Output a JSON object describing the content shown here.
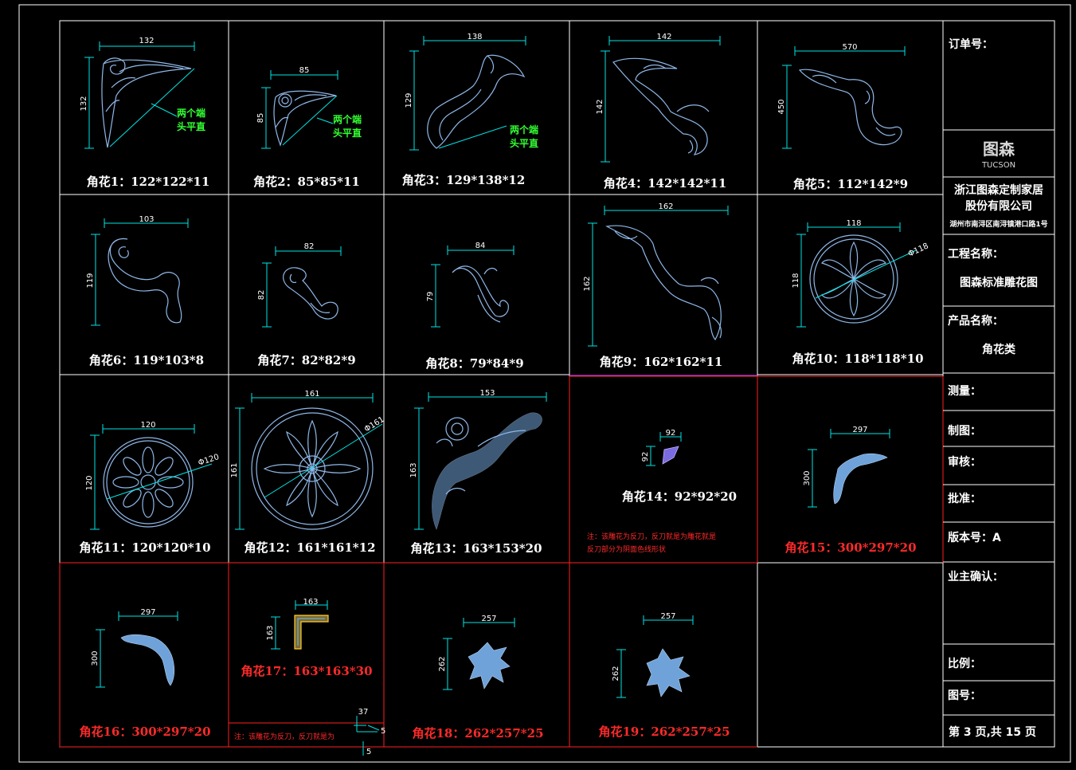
{
  "colors": {
    "background": "#000000",
    "grid": "#ffffff",
    "grid_red": "#ff2020",
    "dimension": "#00e5e5",
    "carving": "#8fb8e8",
    "note_green": "#33ff33",
    "label_red": "#ff2a2a"
  },
  "panels": [
    {
      "id": "p1",
      "label": "角花1：122*122*11",
      "dim_top": "132",
      "dim_side": "132",
      "note": [
        "两个端",
        "头平直"
      ]
    },
    {
      "id": "p2",
      "label": "角花2：85*85*11",
      "dim_top": "85",
      "dim_side": "85",
      "note": [
        "两个端",
        "头平直"
      ]
    },
    {
      "id": "p3",
      "label": "角花3：129*138*12",
      "dim_top": "138",
      "dim_side": "129",
      "note": [
        "两个端",
        "头平直"
      ]
    },
    {
      "id": "p4",
      "label": "角花4：142*142*11",
      "dim_top": "142",
      "dim_side": "142"
    },
    {
      "id": "p5",
      "label": "角花5：112*142*9",
      "dim_top": "570",
      "dim_side": "450"
    },
    {
      "id": "p6",
      "label": "角花6：119*103*8",
      "dim_top": "103",
      "dim_side": "119"
    },
    {
      "id": "p7",
      "label": "角花7：82*82*9",
      "dim_top": "82",
      "dim_side": "82"
    },
    {
      "id": "p8",
      "label": "角花8：79*84*9",
      "dim_top": "84",
      "dim_side": "79"
    },
    {
      "id": "p9",
      "label": "角花9：162*162*11",
      "dim_top": "162",
      "dim_side": "162"
    },
    {
      "id": "p10",
      "label": "角花10：118*118*10",
      "dim_top": "118",
      "dim_side": "118",
      "diameter": "Φ118"
    },
    {
      "id": "p11",
      "label": "角花11：120*120*10",
      "dim_top": "120",
      "dim_side": "120",
      "diameter": "Φ120"
    },
    {
      "id": "p12",
      "label": "角花12：161*161*12",
      "dim_top": "161",
      "dim_side": "161",
      "diameter": "Φ161"
    },
    {
      "id": "p13",
      "label": "角花13：163*153*20",
      "dim_top": "153",
      "dim_side": "163"
    },
    {
      "id": "p14",
      "label": "角花14：92*92*20",
      "dim_top": "92",
      "dim_side": "92",
      "note_red": [
        "注：该雕花为反刀，反刀就是为雕花就是",
        "反刀部分为阴面色线形状"
      ]
    },
    {
      "id": "p15",
      "label": "角花15：300*297*20",
      "dim_top": "297",
      "dim_side": "300"
    },
    {
      "id": "p16",
      "label": "角花16：300*297*20",
      "dim_top": "297",
      "dim_side": "300"
    },
    {
      "id": "p17",
      "label": "角花17：163*163*30",
      "dim_top": "163",
      "dim_side": "163",
      "note_red": [
        "注：该雕花为反刀，反刀就是为"
      ],
      "extra_dims": [
        "37",
        "5",
        "5"
      ]
    },
    {
      "id": "p18",
      "label": "角花18：262*257*25",
      "dim_top": "257",
      "dim_side": "262"
    },
    {
      "id": "p19",
      "label": "角花19：262*257*25",
      "dim_top": "257",
      "dim_side": "262"
    }
  ],
  "title_block": {
    "order_no": "订单号：",
    "logo_cn": "图森",
    "logo_en": "TUCSON",
    "company_line1": "浙江图森定制家居",
    "company_line2": "股份有限公司",
    "address": "湖州市南浔区南浔镇港口路1号",
    "project_label": "工程名称：",
    "project_value": "图森标准雕花图",
    "product_label": "产品名称：",
    "product_value": "角花类",
    "measure": "测量：",
    "draw": "制图：",
    "review": "审核：",
    "approve": "批准：",
    "version": "版本号：A",
    "owner_confirm": "业主确认：",
    "scale": "比例：",
    "drawing_no": "图号：",
    "page": "第 3 页,共 15 页"
  }
}
